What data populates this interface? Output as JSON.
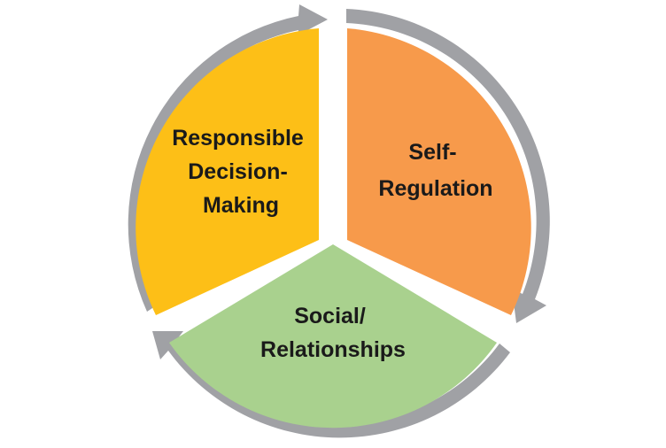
{
  "diagram": {
    "segments": [
      {
        "id": "self-regulation",
        "lines": [
          "Self-",
          "Regulation"
        ],
        "color": "#F79A4B"
      },
      {
        "id": "social-relationships",
        "lines": [
          "Social/",
          "Relationships"
        ],
        "color": "#A9D18E"
      },
      {
        "id": "responsible-decision-making",
        "lines": [
          "Responsible",
          "Decision-",
          "Making"
        ],
        "color": "#FDBF17"
      }
    ],
    "arrow_color": "#A0A1A5",
    "arrow_direction": "clockwise"
  }
}
